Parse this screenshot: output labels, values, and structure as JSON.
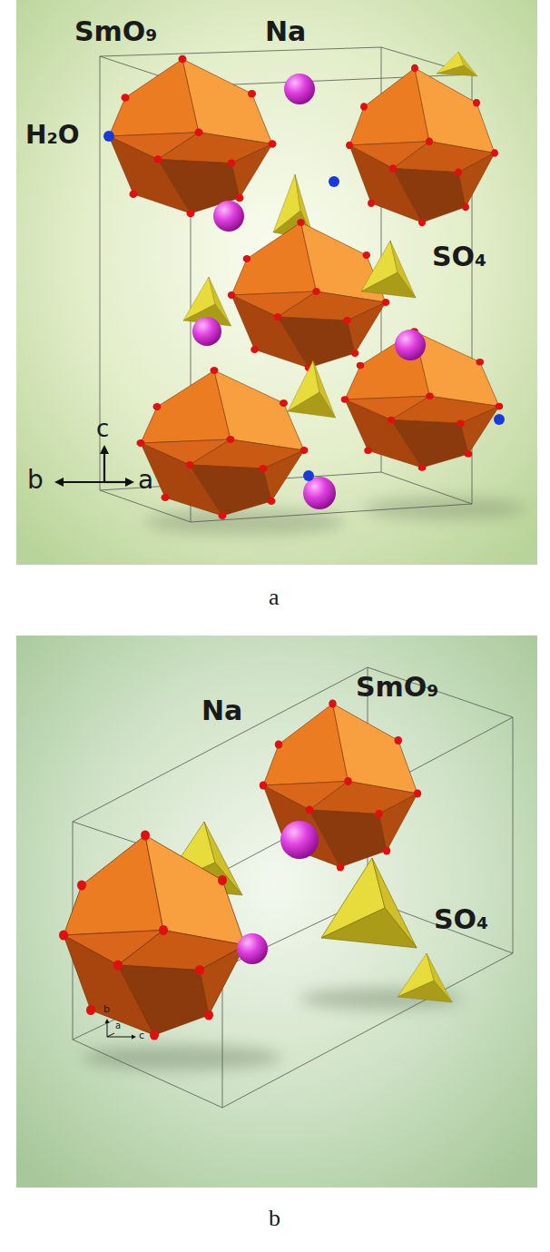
{
  "diagram": {
    "labels": [
      "SmO₉",
      "Na",
      "H₂O",
      "SO₄",
      "c",
      "b",
      "a",
      "a",
      "SmO₉",
      "Na",
      "SO₄",
      "b",
      "a",
      "c",
      "b"
    ]
  }
}
